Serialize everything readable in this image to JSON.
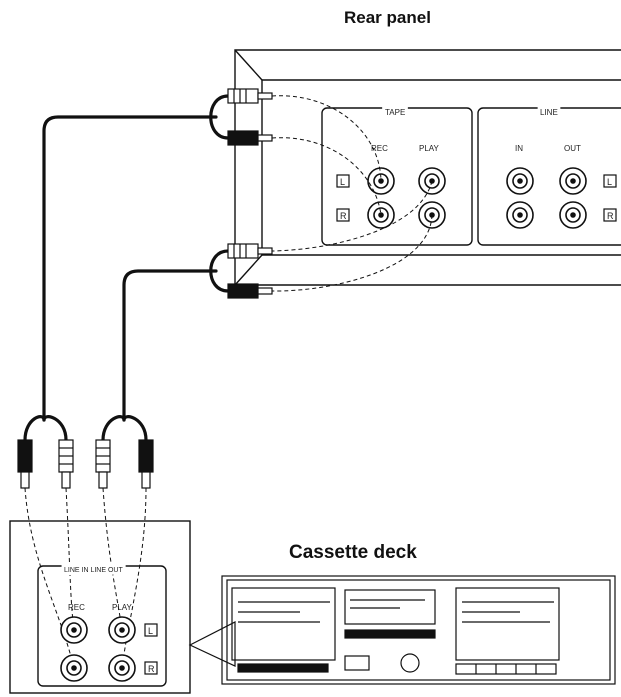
{
  "rear_panel_label": "Rear panel",
  "cassette_deck_label": "Cassette deck",
  "receiver": {
    "tape_group": "TAPE",
    "line_group": "LINE",
    "rec": "REC",
    "play": "PLAY",
    "in": "IN",
    "out": "OUT",
    "left": "L",
    "right": "R"
  },
  "deck_panel": {
    "group": "LINE IN LINE OUT",
    "rec": "REC",
    "play": "PLAY",
    "left": "L",
    "right": "R"
  }
}
